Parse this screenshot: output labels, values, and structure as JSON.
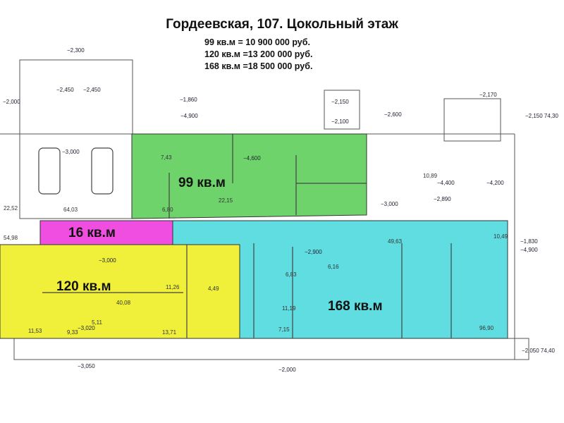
{
  "title": "Гордеевская, 107. Цокольный этаж",
  "prices": [
    "99 кв.м = 10 900 000 руб.",
    "120 кв.м =13 200 000 руб.",
    "168 кв.м =18 500 000 руб."
  ],
  "zones": [
    {
      "label": "99 кв.м",
      "color": "#6fd36b"
    },
    {
      "label": "16 кв.м",
      "color": "#f04ee0"
    },
    {
      "label": "120 кв.м",
      "color": "#f0f03a"
    },
    {
      "label": "168 кв.м",
      "color": "#5fdde0"
    }
  ],
  "dimensions": [
    "−2,300",
    "−2,450",
    "−2,450",
    "−2,000",
    "−1,860",
    "−4,900",
    "−2,150",
    "−2,100",
    "−2,600",
    "−2,170",
    "−2,150 74,30",
    "−3,000",
    "−4,600",
    "−3,000",
    "−2,890",
    "−4,400",
    "−4,200",
    "−1,830",
    "−4,900",
    "−2,900",
    "−3,000",
    "−3,020",
    "−3,050",
    "−2,000",
    "−2,050 74,40"
  ],
  "areas": [
    "64,03",
    "22,52",
    "54,98",
    "7,43",
    "22,15",
    "6,80",
    "10,89",
    "49,63",
    "10,49",
    "6,16",
    "6,83",
    "11,19",
    "7,15",
    "96,90",
    "11,26",
    "4,49",
    "40,08",
    "9,33",
    "11,53",
    "13,71",
    "5,11"
  ]
}
